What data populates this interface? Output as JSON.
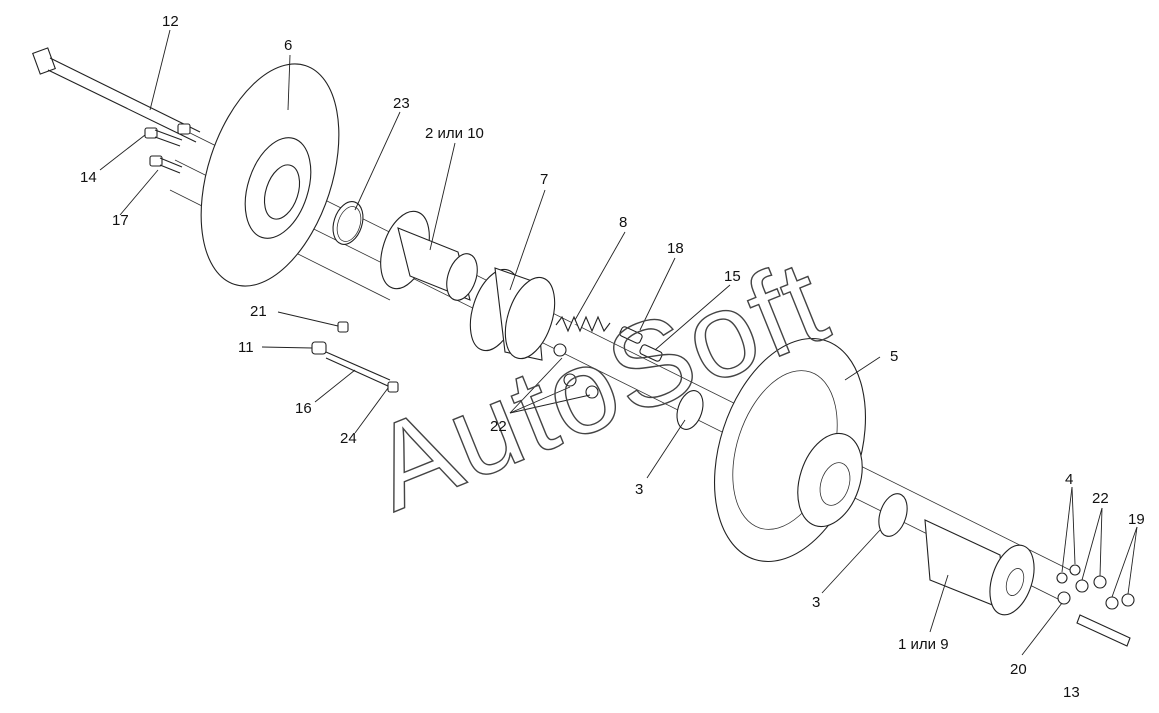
{
  "watermark": "AutoSoft",
  "labels": {
    "l12": "12",
    "l6": "6",
    "l23": "23",
    "l2or10": "2 или 10",
    "l14": "14",
    "l17": "17",
    "l7": "7",
    "l8": "8",
    "l18": "18",
    "l15": "15",
    "l21": "21",
    "l11": "11",
    "l16": "16",
    "l24": "24",
    "l22a": "22",
    "l3a": "3",
    "l5": "5",
    "l3b": "3",
    "l4": "4",
    "l22b": "22",
    "l19": "19",
    "l1or9": "1 или 9",
    "l20": "20",
    "l13": "13"
  }
}
